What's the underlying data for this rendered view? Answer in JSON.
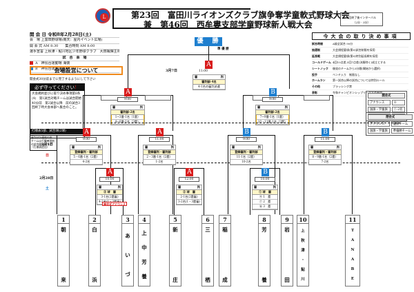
{
  "header": {
    "title_line1": "第23回　富田川ライオンズクラブ旗争奪学童軟式野球大会",
    "title_line2": "兼　第46回　西牟婁支部学童野球新人戦大会",
    "interval_note_line1": "3回終了後インターバル",
    "interval_note_line2": "（2分 - 3分）"
  },
  "info": {
    "opening_day": "開 会 日 令和8年2月28日(土)",
    "venue": "会　場 上富田野球場(雨天：屋内イベント広場)",
    "opening_ceremony": "開 会 式 AM 8:30　　集合時刻 AM 8:00",
    "oath": "選手宣誓 上秋津・鮎川地区少年野球クラブ　大田颯輝主将",
    "venues_header": "試　合　会　場",
    "venue_a": "A　神島台運動場 海側",
    "venue_b": "B　神島台運動場 山側",
    "venue_a_color": "#d81c1c",
    "venue_b_color": "#1e7fcf",
    "venue_setup_button": "会場設営について",
    "setup_note": "開会式30分前までに完了するようにして下さい"
  },
  "must_follow": {
    "header": "必ず守ってください",
    "mark": "!",
    "body": "大会規約並びに取り決め事項第8条(4)　第1試合対戦チームは試合開始40分前　第2試合以降　前の試合3回終了時大会本部へ集合のこと。",
    "black_bar": "打順表5部、試合球(2球)",
    "small_rule": "審判ほか連絡の件　チームは打撃練習前の試合開始までに（打順表提出）"
  },
  "rules": {
    "title": "今大会の取り決め事項",
    "items": [
      {
        "k": "試合時間",
        "v": "A級全試合 90分"
      },
      {
        "k": "抽選制",
        "v": "大会規程要項(第8)試合制限を採用"
      },
      {
        "k": "延長戦",
        "v": "大会規程要項(第8)特別延長戦を採用"
      },
      {
        "k": "コールドゲーム",
        "v": "4回10点差,5回7点差(決勝除く)成立とする"
      },
      {
        "k": "シートノック",
        "v": "後攻のチームから3分間(開始から選択)"
      },
      {
        "k": "投手",
        "v": "ベンチ入り　制限なし"
      },
      {
        "k": "ホームラン",
        "v": "第一試合以降の試合については特別ルール"
      },
      {
        "k": "その他",
        "v": "ブラッシング禁"
      },
      {
        "k": "表彰",
        "v": "令和チャンピオンシップリーグ大会参加"
      }
    ]
  },
  "ceremonies": {
    "opening": {
      "title": "開会式",
      "rows": [
        [
          "アナウンス",
          "②"
        ],
        [
          "国旗・学童旗",
          "①-2名"
        ],
        [
          "大会旗",
          "③"
        ]
      ]
    },
    "closing": {
      "title": "閉会式",
      "rows": [
        [
          "アナウンス",
          "優勝チーム"
        ],
        [
          "国旗・学童旗",
          "準優勝チーム"
        ]
      ]
    }
  },
  "bracket": {
    "victory": "優　勝",
    "final_label": "準 優 勝",
    "date_mar7": "3月7日",
    "date_mar1": "3月1日",
    "date_feb28": "2月28日",
    "sat_mark": "土",
    "sun_mark": "日",
    "final": {
      "venue": "A",
      "time": "11:00",
      "ref_head": "審",
      "ref_tail": "判",
      "ref_title": "審判部-4名",
      "ref_line": "4-1名の審判派遣"
    },
    "semis": [
      {
        "venue": "A",
        "time": "9:00",
        "ref_title": "審判部-2名",
        "lines": [
          "1~3番-1名（1塁）",
          "4~6番-1名（3塁）"
        ]
      },
      {
        "venue": "B",
        "time": "9:00",
        "ref_title": "審判部-2名",
        "lines": [
          "7~9番-1名（1塁）",
          "10・11番-1名（3塁）"
        ]
      }
    ],
    "quarters": [
      {
        "venue": "A",
        "time": "9:00",
        "ref_title": "登録審判・審判部",
        "lines": [
          "5・6番-1名（2塁）",
          "4-2名"
        ]
      },
      {
        "venue": "A",
        "time": "11:00",
        "ref_title": "登録審判・審判部",
        "lines": [
          "2・3番-1名（2塁）",
          "1-2名"
        ]
      },
      {
        "venue": "B",
        "time": "9:00",
        "ref_title": "登録審判・審判部",
        "lines": [
          "11-1名（2塁）",
          "10-2名"
        ]
      },
      {
        "venue": "B",
        "time": "11:00",
        "ref_title": "登録審判・審判部",
        "lines": [
          "8・9番-1名（2塁）",
          "7-2名"
        ]
      }
    ],
    "round1": [
      {
        "venue": "A",
        "time": "10:00",
        "ref_title": "③ 球　審",
        "lines": [
          "3-1名(2塁審)",
          "4-2名(1・3塁審)"
        ]
      },
      {
        "venue": "A",
        "time": "12:00",
        "ref_title": "② 球　審",
        "lines": [
          "2-1名(2塁審)",
          "3-2名(1・3塁審)"
        ]
      },
      {
        "venue": "B",
        "time": "10:00",
        "ref_title": "① 球　審",
        "lines": [
          "④ 1　塁",
          "⑦ 2　塁",
          "⑩ 3　塁"
        ]
      }
    ],
    "opening_announce": "開会式アナウンス",
    "teams": [
      {
        "no": "1",
        "name": [
          "朝",
          "来"
        ]
      },
      {
        "no": "2",
        "name": [
          "白",
          "浜"
        ]
      },
      {
        "no": "3",
        "name": [
          "あ",
          "い",
          "づ"
        ]
      },
      {
        "no": "4",
        "name": [
          "上",
          "中",
          "芳",
          "養"
        ]
      },
      {
        "no": "5",
        "name": [
          "新",
          "庄"
        ]
      },
      {
        "no": "6",
        "name": [
          "三",
          "栖"
        ]
      },
      {
        "no": "7",
        "name": [
          "稲",
          "成"
        ]
      },
      {
        "no": "8",
        "name": [
          "芳",
          "養"
        ]
      },
      {
        "no": "9",
        "name": [
          "岩",
          "田"
        ]
      },
      {
        "no": "10",
        "name": [
          "上",
          "秋",
          "津",
          "・",
          "鮎",
          "川"
        ]
      },
      {
        "no": "11",
        "name": [
          "T",
          "A",
          "N",
          "A",
          "B",
          "E"
        ]
      }
    ]
  }
}
